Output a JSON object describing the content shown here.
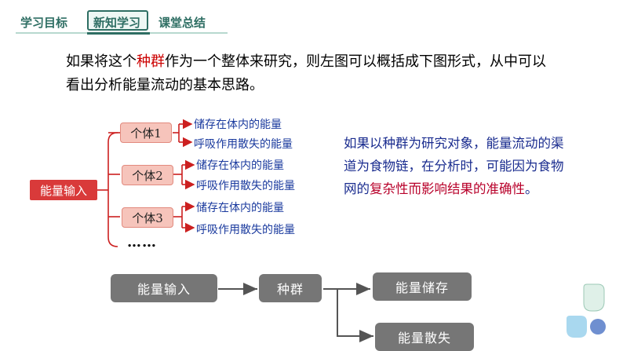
{
  "nav": {
    "item1": "学习目标",
    "item2": "新知学习",
    "item3": "课堂总结"
  },
  "intro": {
    "part1": "如果将这个",
    "highlight": "种群",
    "part2": "作为一个整体来研究，则左图可以概括成下图形式，从中可以看出分析能量流动的基本思路。"
  },
  "diagram1": {
    "input": "能量输入",
    "individuals": [
      {
        "label": "个体1",
        "store": "储存在体内的能量",
        "lose": "呼吸作用散失的能量"
      },
      {
        "label": "个体2",
        "store": "储存在体内的能量",
        "lose": "呼吸作用散失的能量"
      },
      {
        "label": "个体3",
        "store": "储存在体内的能量",
        "lose": "呼吸作用散失的能量"
      }
    ],
    "more": "……"
  },
  "note": {
    "part1": "如果以种群为研究对象，能量流动的渠道为食物链，在分析时，可能因为食物网的",
    "highlight": "复杂性而影响结果的准确性",
    "part2": "。"
  },
  "diagram2": {
    "input": "能量输入",
    "population": "种群",
    "storage": "能量储存",
    "loss": "能量散失"
  },
  "colors": {
    "nav": "#2e6e63",
    "accent_red": "#d93a3a",
    "pink": "#f6c4bb",
    "blue_text": "#1a3a9e",
    "gray_box": "#767676"
  }
}
